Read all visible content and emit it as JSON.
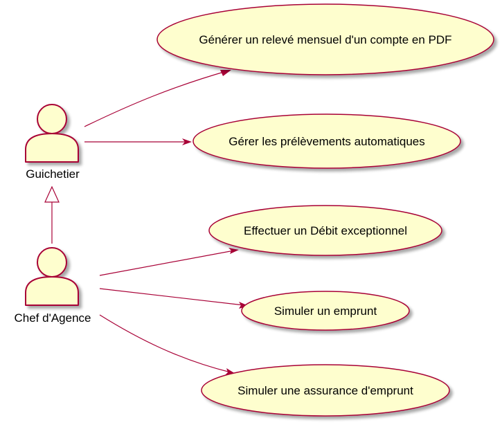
{
  "actors": [
    {
      "id": "guichetier",
      "label": "Guichetier"
    },
    {
      "id": "chef",
      "label": "Chef d'Agence"
    }
  ],
  "use_cases": [
    {
      "id": "uc1",
      "label": "Générer un relevé mensuel d'un compte en PDF"
    },
    {
      "id": "uc2",
      "label": "Gérer les prélèvements automatiques"
    },
    {
      "id": "uc3",
      "label": "Effectuer un Débit exceptionnel"
    },
    {
      "id": "uc4",
      "label": "Simuler un emprunt"
    },
    {
      "id": "uc5",
      "label": "Simuler une assurance d'emprunt"
    }
  ],
  "associations": [
    {
      "from": "guichetier",
      "to": "uc1"
    },
    {
      "from": "guichetier",
      "to": "uc2"
    },
    {
      "from": "chef",
      "to": "uc3"
    },
    {
      "from": "chef",
      "to": "uc4"
    },
    {
      "from": "chef",
      "to": "uc5"
    }
  ],
  "generalizations": [
    {
      "child": "chef",
      "parent": "guichetier"
    }
  ],
  "colors": {
    "fill": "#FEFECE",
    "stroke": "#A80036",
    "shadow": "#C8C8C8"
  }
}
